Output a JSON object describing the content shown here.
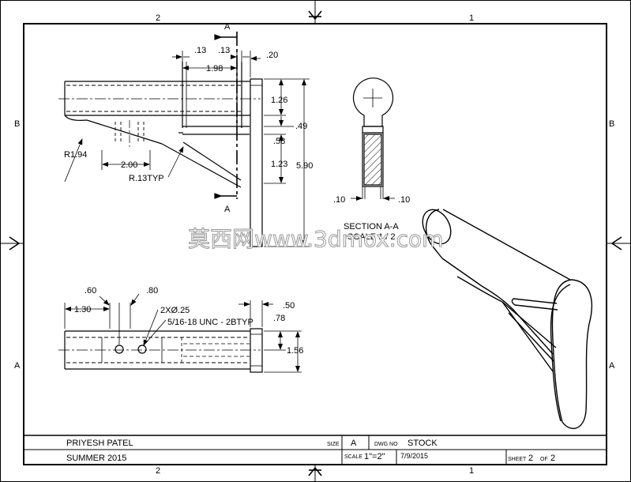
{
  "zones": {
    "top": [
      "2",
      "1"
    ],
    "bottom": [
      "2",
      "1"
    ],
    "left": [
      "B",
      "A"
    ],
    "right": [
      "B",
      "A"
    ]
  },
  "section_cut": {
    "label_top": "A",
    "label_bottom": "A"
  },
  "dimensions": {
    "top_13_left": ".13",
    "top_13_right": ".13",
    "top_20": ".20",
    "top_198": "1.98",
    "side_126": "1.26",
    "side_49": ".49",
    "side_58": ".58",
    "side_123": "1.23",
    "side_590": "5.90",
    "radius_194": "R1.94",
    "len_200": "2.00",
    "radius_13typ": "R.13TYP",
    "sec_10_left": ".10",
    "sec_10_right": ".10",
    "bot_60": ".60",
    "bot_80": ".80",
    "bot_130": "1.30",
    "bot_holes": "2XØ.25",
    "bot_thread": "5/16-18 UNC - 2BTYP",
    "bot_50": ".50",
    "bot_78": ".78",
    "bot_156": "1.56"
  },
  "section_view": {
    "title": "SECTION A-A",
    "scale": "SCALE 1 / 2"
  },
  "watermark": "莫西网www.3dmox.com",
  "title_block": {
    "author": "PRIYESH PATEL",
    "term": "SUMMER 2015",
    "size_label": "SIZE",
    "size_value": "A",
    "dwg_no_label": "DWG NO",
    "dwg_no_value": "STOCK",
    "scale_label": "SCALE",
    "scale_value": "1\"=2\"",
    "date": "7/9/2015",
    "sheet_label": "SHEET",
    "sheet_value": "2",
    "of_label": "OF",
    "of_value": "2"
  },
  "colors": {
    "line": "#000000",
    "background": "#ffffff"
  }
}
